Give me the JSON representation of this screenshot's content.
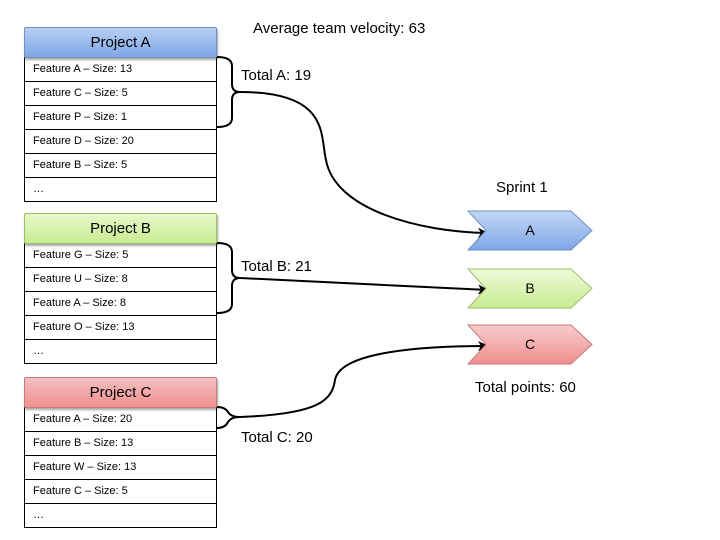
{
  "velocity_label": "Average team velocity: 63",
  "projects": [
    {
      "title": "Project A",
      "features": [
        "Feature A – Size: 13",
        "Feature C – Size: 5",
        "Feature P – Size: 1",
        "Feature D – Size: 20",
        "Feature B – Size: 5",
        "…"
      ],
      "total_label": "Total A: 19"
    },
    {
      "title": "Project B",
      "features": [
        "Feature G – Size: 5",
        "Feature U – Size: 8",
        "Feature A – Size: 8",
        "Feature O – Size: 13",
        "…"
      ],
      "total_label": "Total B: 21"
    },
    {
      "title": "Project C",
      "features": [
        "Feature A – Size: 20",
        "Feature B – Size: 13",
        "Feature W – Size: 13",
        "Feature C – Size: 5",
        "…"
      ],
      "total_label": "Total C: 20"
    }
  ],
  "sprint": {
    "title": "Sprint 1",
    "slots": [
      {
        "label": "A",
        "color": "#8fb2ea"
      },
      {
        "label": "B",
        "color": "#d4f0a8"
      },
      {
        "label": "C",
        "color": "#f2a3a3"
      }
    ],
    "total_label": "Total points: 60"
  }
}
